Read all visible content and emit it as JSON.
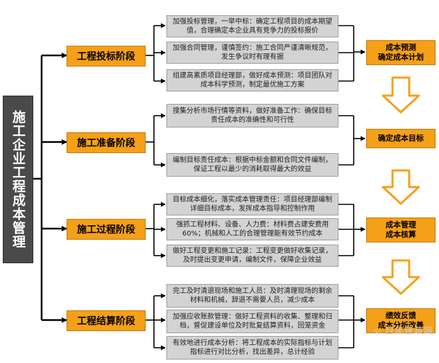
{
  "root": "施工企业工程成本管理",
  "stages": [
    "工程投标阶段",
    "施工准备阶段",
    "施工过程阶段",
    "工程结算阶段"
  ],
  "notes": [
    [
      "加强投标管理，一举中标：确定工程项目的成本期望值，合理确定本企业具有竞争力的投标报价",
      "加强合同管理，谨慎签约：施工合同严谨清晰规范，发生争议时有理有据",
      "组建高素质项目经理部，做好成本预测：项目团队对成本科学预测，制定最优施工方案"
    ],
    [
      "搜集分析市场行情等资料，做好准备工作：确保目标责任成本的准确性和可行性",
      "编制目标责任成本：根据中标金额和合同文件编制，保证工程以最少的消耗取得最大的效益"
    ],
    [
      "目标成本细化，落实成本管理责任：项目经理部编制详细目标成本，发挥成本指导和控制作用",
      "强抓工程材料、设备、人力费：材料费占建安费用60%；机械和人工的合理管理能有效节约成本",
      "做好工程变更和施工记录：工程变更做好收集记录，及时提出变更申请，编制文件，保障企业效益"
    ],
    [
      "完工及时清退现场和施工人员：及时清理现场的剩余材料和机械，辞退不需要人员，减少成本",
      "加强应收账款管理：做好工程资料的收集、整理和归档，督促建设单位及时批复结算资料，回笼资金",
      "有效地进行成本分析：将工程成本的实际指标与计划指标进行对比分析，找出差异，总计经验"
    ]
  ],
  "results": [
    "成本预测\n确定成本计划",
    "确定成本目标",
    "成本管理\n成本核算",
    "绩效反馈\n成本分析改善"
  ],
  "watermark": "百年建筑网",
  "colors": {
    "stage": "#f5a018",
    "root": "#4a4a4a",
    "note": "#d3d3d3"
  }
}
